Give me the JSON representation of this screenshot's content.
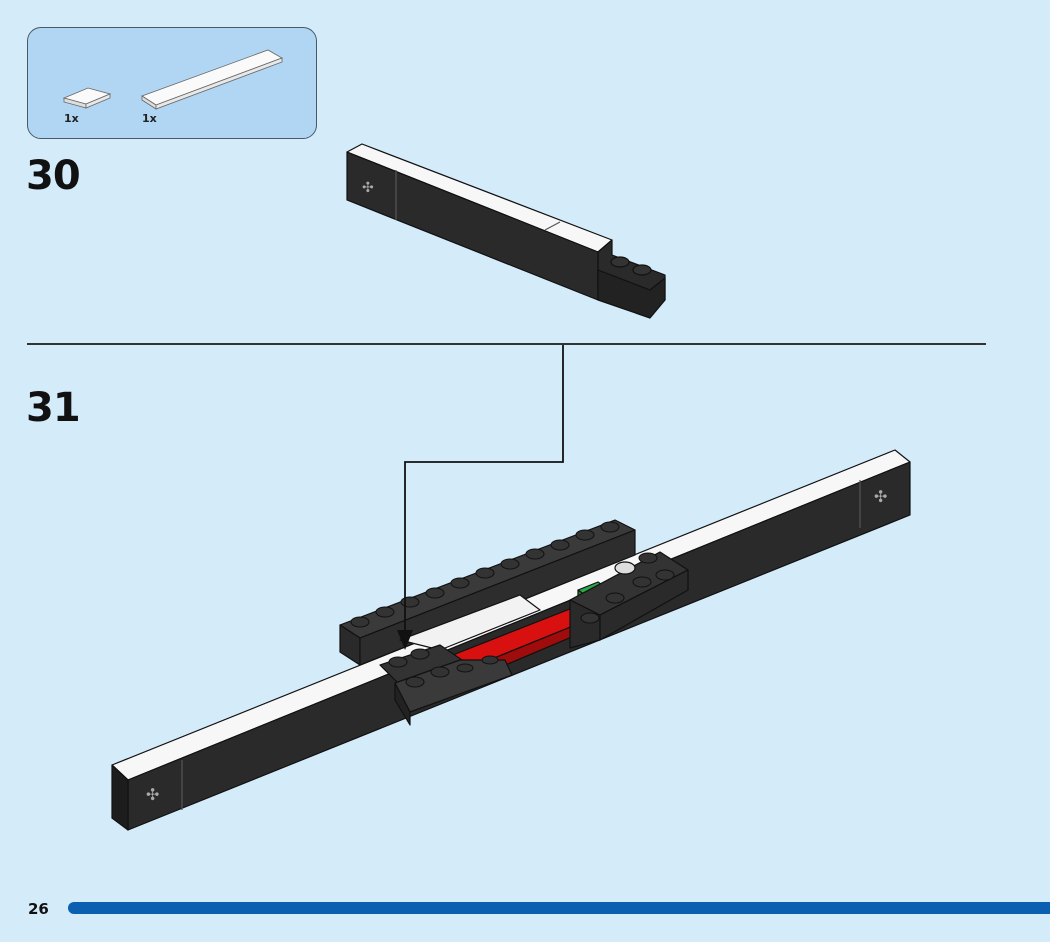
{
  "parts_callout": {
    "items": [
      {
        "name": "white-tile-1x2",
        "quantity": "1x"
      },
      {
        "name": "white-tile-1x8",
        "quantity": "1x"
      }
    ]
  },
  "steps": [
    {
      "number": "30"
    },
    {
      "number": "31"
    }
  ],
  "footer": {
    "page_number": "26",
    "progress_percent": 100
  },
  "colors": {
    "background": "#d4ebfa",
    "callout": "#b0d6f3",
    "progress": "#0a5fb0",
    "brick_black": "#2a2a2a",
    "brick_white": "#f7f7f7",
    "brick_red": "#d8100f",
    "brick_green": "#2aa84a"
  }
}
